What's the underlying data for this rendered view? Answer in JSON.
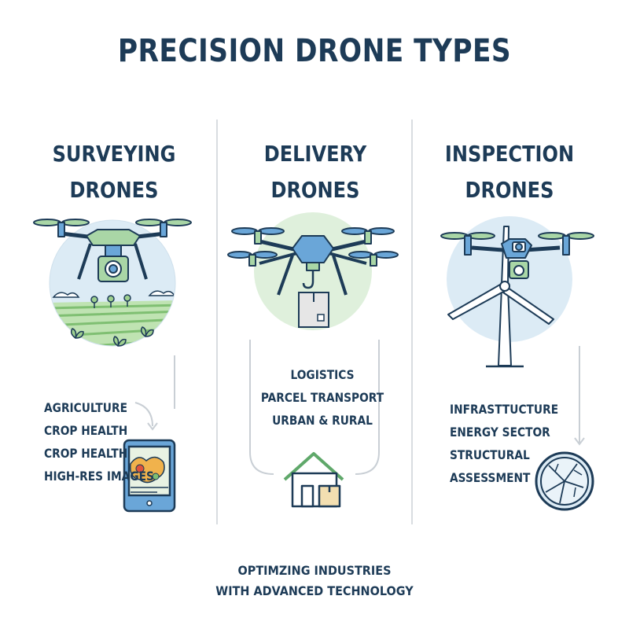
{
  "title": "PRECISION DRONE TYPES",
  "columns": [
    {
      "title_line1": "SURVEYING",
      "title_line2": "DRONES",
      "items": [
        "AGRICULTURE",
        "CROP HEALTH",
        "CROP HEALTH",
        "HIGH-RES IMAGES"
      ],
      "icons": [
        "quadcopter-icon",
        "camera-icon",
        "farm-field-icon",
        "tablet-map-icon"
      ]
    },
    {
      "title_line1": "DELIVERY",
      "title_line2": "DRONES",
      "items": [
        "LOGISTICS",
        "PARCEL TRANSPORT",
        "URBAN & RURAL"
      ],
      "icons": [
        "hexacopter-icon",
        "parcel-box-icon",
        "house-icon"
      ]
    },
    {
      "title_line1": "INSPECTION",
      "title_line2": "DRONES",
      "items": [
        "INFRASTTUCTURE",
        "ENERGY SECTOR",
        "STRUCTURAL",
        "ASSESSMENT"
      ],
      "icons": [
        "quadcopter-icon",
        "wind-turbine-icon",
        "cracked-glass-icon"
      ]
    }
  ],
  "footer": {
    "line1": "OPTIMZING INDUSTRIES",
    "line2": "WITH ADVANCED TECHNOLOGY"
  },
  "colors": {
    "navy": "#1d3b57",
    "drone_green": "#a9d6a6",
    "drone_blue": "#6aa6d8",
    "circle_blue": "#dcebf5",
    "circle_green": "#dff0dc",
    "field_green": "#9fd08f"
  }
}
